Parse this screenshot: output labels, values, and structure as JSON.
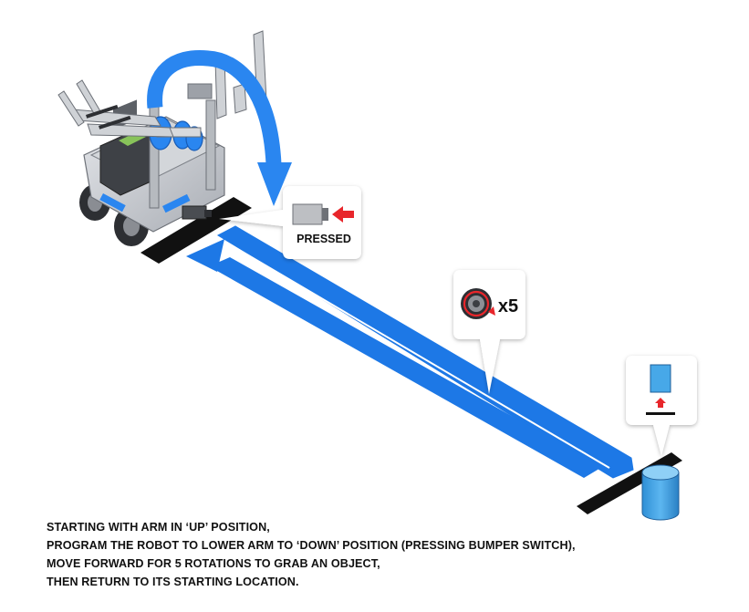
{
  "callouts": {
    "bumper": {
      "label": "PRESSED",
      "icon": "bumper-switch-icon"
    },
    "rotations": {
      "label": "x5",
      "icon": "motor-rotation-icon",
      "count": 5
    },
    "lift": {
      "icon": "object-lift-icon"
    }
  },
  "instructions": {
    "line1": "STARTING WITH ARM IN ‘UP’ POSITION,",
    "line2": "PROGRAM THE ROBOT TO LOWER ARM TO ‘DOWN’ POSITION (PRESSING BUMPER SWITCH),",
    "line3": "MOVE FORWARD FOR 5 ROTATIONS TO GRAB AN OBJECT,",
    "line4": "THEN RETURN TO ITS STARTING LOCATION."
  },
  "colors": {
    "path_blue": "#1d78e6",
    "arm_arrow_blue": "#2a86f0",
    "bumper_red": "#e8262b",
    "object_blue": "#47a8e8",
    "robot_gray": "#c9ccd1"
  }
}
